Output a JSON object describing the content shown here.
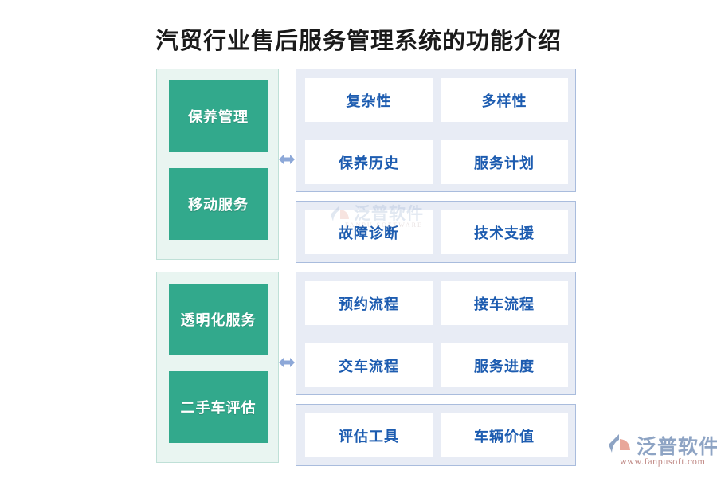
{
  "page": {
    "title": "汽贸行业售后服务管理系统的功能介绍",
    "background": "#ffffff"
  },
  "colors": {
    "title_text": "#1a1a1a",
    "teal_box": "#32a98c",
    "teal_panel_bg": "#e9f5f1",
    "teal_panel_border": "#bfe0d7",
    "blue_group_bg": "#e8ecf5",
    "blue_group_border": "#a9bcdd",
    "chip_bg": "#ffffff",
    "chip_text": "#1d5cb0",
    "arrow": "#8da8d8",
    "brand_name": "#8ea4c4",
    "brand_url": "#c08a86"
  },
  "sections": [
    {
      "id": "section-top",
      "left_panel": {
        "boxes": [
          {
            "label": "保养管理"
          },
          {
            "label": "移动服务"
          }
        ]
      },
      "connector": {
        "icon": "double-arrow-horizontal-icon"
      },
      "right_groups": [
        {
          "id": "group-maintenance",
          "rows": [
            {
              "chips": [
                {
                  "label": "复杂性"
                },
                {
                  "label": "多样性"
                }
              ]
            },
            {
              "chips": [
                {
                  "label": "保养历史"
                },
                {
                  "label": "服务计划"
                }
              ]
            }
          ]
        },
        {
          "id": "group-mobile",
          "rows": [
            {
              "chips": [
                {
                  "label": "故障诊断"
                },
                {
                  "label": "技术支援"
                }
              ]
            }
          ]
        }
      ]
    },
    {
      "id": "section-bottom",
      "left_panel": {
        "boxes": [
          {
            "label": "透明化服务"
          },
          {
            "label": "二手车评估"
          }
        ]
      },
      "connector": {
        "icon": "double-arrow-horizontal-icon"
      },
      "right_groups": [
        {
          "id": "group-transparent",
          "rows": [
            {
              "chips": [
                {
                  "label": "预约流程"
                },
                {
                  "label": "接车流程"
                }
              ]
            },
            {
              "chips": [
                {
                  "label": "交车流程"
                },
                {
                  "label": "服务进度"
                }
              ]
            }
          ]
        },
        {
          "id": "group-used-car",
          "rows": [
            {
              "chips": [
                {
                  "label": "评估工具"
                },
                {
                  "label": "车辆价值"
                }
              ]
            }
          ]
        }
      ]
    }
  ],
  "inner_watermark": {
    "text": "泛普软件",
    "subtext": "FANPU SOFTWARE",
    "icon": "fanpu-logo-mark-icon"
  },
  "brand_logo": {
    "name": "泛普软件",
    "url": "www.fanpusoft.com",
    "icon": "fanpu-logo-mark-icon"
  }
}
